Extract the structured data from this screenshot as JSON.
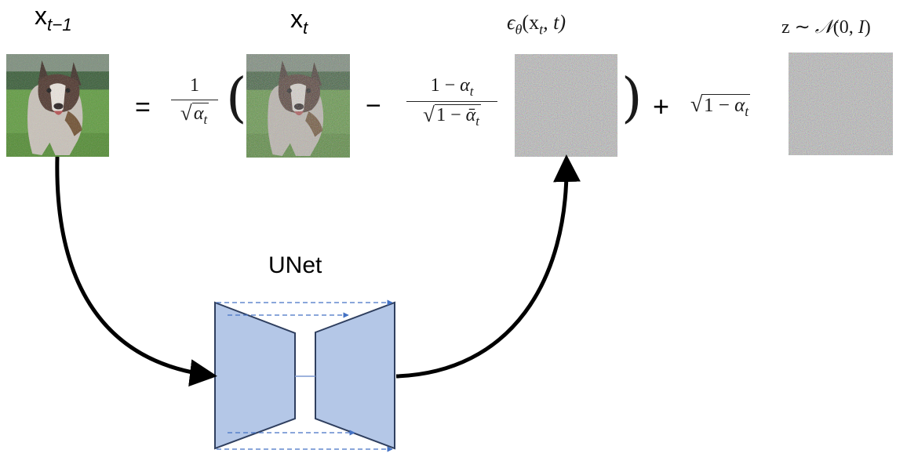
{
  "labels": {
    "x_prev": {
      "base": "x",
      "sub": "t−1"
    },
    "x_t": {
      "base": "x",
      "sub": "t"
    },
    "eps": {
      "sym": "ϵ",
      "sub": "θ",
      "open": "(",
      "x": "x",
      "xsub": "t",
      "rest": ", t)"
    },
    "z": {
      "pre": "z ∼ ",
      "dist": "𝒩",
      "args": "(0, ",
      "I": "I",
      "close": ")"
    }
  },
  "equation": {
    "equals": "=",
    "frac1": {
      "num": "1",
      "den_alpha": "α",
      "den_sub": "t"
    },
    "open_paren": "(",
    "minus": "−",
    "frac2": {
      "num_pre": "1 − ",
      "num_alpha": "α",
      "num_sub": "t",
      "den_pre": "1 − ",
      "den_alpha": "ᾱ",
      "den_sub": "t"
    },
    "close_paren": ")",
    "plus": "+",
    "sqrt_pre": "1 − ",
    "sqrt_alpha": "α",
    "sqrt_sub": "t"
  },
  "unet": {
    "label": "UNet"
  },
  "colors": {
    "unet_fill": "#b4c7e7",
    "unet_stroke": "#2f3f5f",
    "skip_arrow": "#4472c4",
    "flow_arrow": "#000000",
    "noise_base": "#7f7f7f",
    "grass": "#5d9a3c"
  }
}
